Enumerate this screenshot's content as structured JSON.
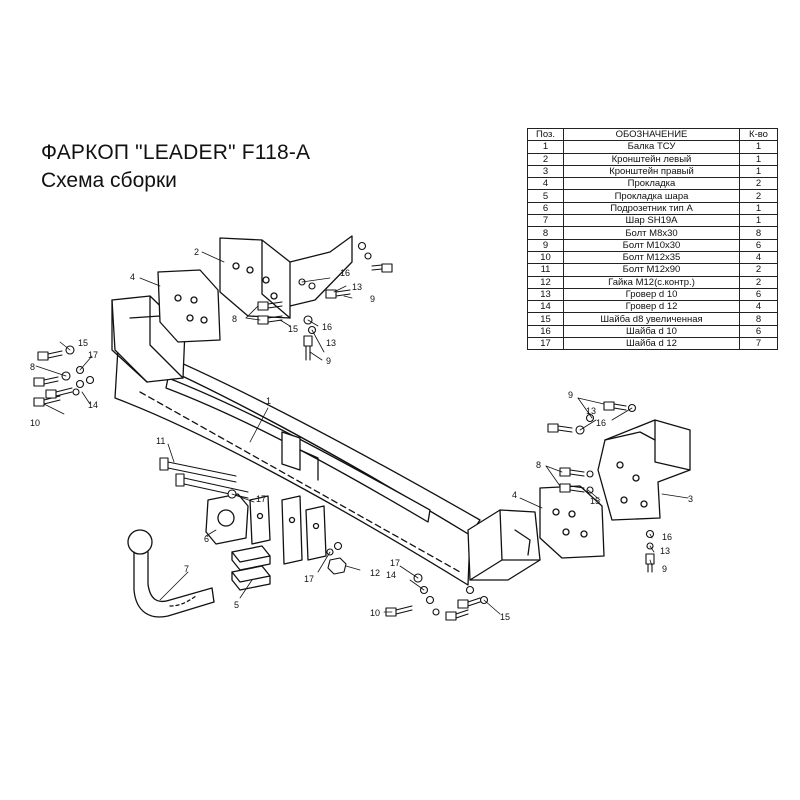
{
  "heading": {
    "title": "ФАРКОП \"LEADER\" F118-A",
    "subtitle": "Схема сборки"
  },
  "parts_table": {
    "headers": [
      "Поз.",
      "ОБОЗНАЧЕНИЕ",
      "К-во"
    ],
    "rows": [
      [
        "1",
        "Балка ТСУ",
        "1"
      ],
      [
        "2",
        "Кронштейн левый",
        "1"
      ],
      [
        "3",
        "Кронштейн правый",
        "1"
      ],
      [
        "4",
        "Прокладка",
        "2"
      ],
      [
        "5",
        "Прокладка шара",
        "2"
      ],
      [
        "6",
        "Подрозетник тип А",
        "1"
      ],
      [
        "7",
        "Шар SH19A",
        "1"
      ],
      [
        "8",
        "Болт М8х30",
        "8"
      ],
      [
        "9",
        "Болт М10х30",
        "6"
      ],
      [
        "10",
        "Болт М12х35",
        "4"
      ],
      [
        "11",
        "Болт М12х90",
        "2"
      ],
      [
        "12",
        "Гайка М12(с.контр.)",
        "2"
      ],
      [
        "13",
        "Гровер d 10",
        "6"
      ],
      [
        "14",
        "Гровер d 12",
        "4"
      ],
      [
        "15",
        "Шайба d8 увеличенная",
        "8"
      ],
      [
        "16",
        "Шайба d 10",
        "6"
      ],
      [
        "17",
        "Шайба d 12",
        "7"
      ]
    ]
  },
  "callouts": {
    "c1": "1",
    "c2": "2",
    "c3": "3",
    "c4a": "4",
    "c4b": "4",
    "c5": "5",
    "c6": "6",
    "c7": "7",
    "c8a": "8",
    "c8b": "8",
    "c8c": "8",
    "c9a": "9",
    "c9b": "9",
    "c9c": "9",
    "c9d": "9",
    "c10a": "10",
    "c10b": "10",
    "c11": "11",
    "c12": "12",
    "c13a": "13",
    "c13b": "13",
    "c13c": "13",
    "c13d": "13",
    "c14a": "14",
    "c14b": "14",
    "c15a": "15",
    "c15b": "15",
    "c15c": "15",
    "c15d": "15",
    "c16a": "16",
    "c16b": "16",
    "c16c": "16",
    "c16d": "16",
    "c17a": "17",
    "c17b": "17",
    "c17c": "17",
    "c17d": "17"
  }
}
